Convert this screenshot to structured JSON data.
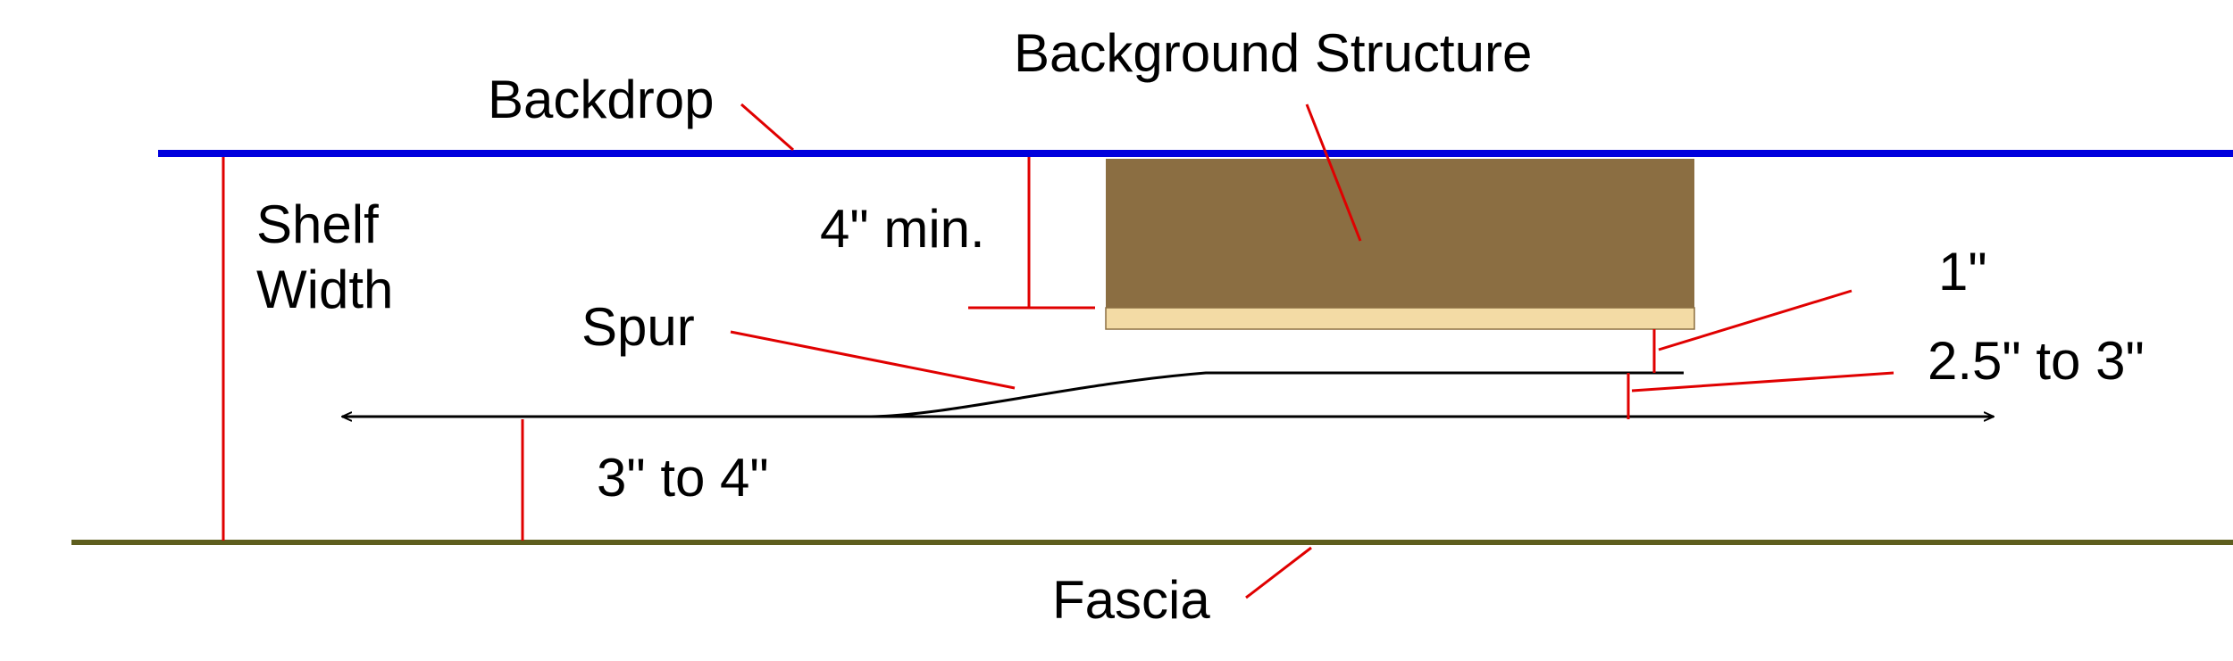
{
  "labels": {
    "backdrop": "Backdrop",
    "background_structure": "Background Structure",
    "shelf_width": [
      "Shelf",
      "Width"
    ],
    "four_min": "4\" min.",
    "spur": "Spur",
    "one_inch": "1\"",
    "two_five_to_three": "2.5\" to 3\"",
    "three_to_four": "3\" to 4\"",
    "fascia": "Fascia"
  },
  "colors": {
    "backdrop": "#0000dd",
    "fascia": "#5e5e1e",
    "dimension": "#e00000",
    "structure": "#8b6e42",
    "structure_base": "#f3dba5",
    "track": "#000000"
  }
}
